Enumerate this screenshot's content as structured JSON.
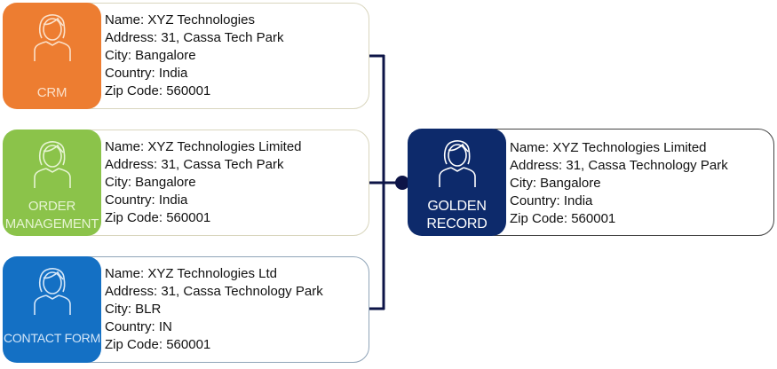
{
  "colors": {
    "crm": "#ED7D31",
    "order": "#8BC34A",
    "contact": "#1470C4",
    "golden": "#0D2A6B",
    "connector": "#0D1447",
    "card_border_sources": "#D9D6BE",
    "card_border_contact": "#8FA4B8",
    "card_border_golden": "#444444"
  },
  "sources": [
    {
      "id": "crm",
      "label": "CRM",
      "icon": "person-icon",
      "fields": {
        "name": "Name: XYZ Technologies",
        "address": "Address: 31, Cassa Tech Park",
        "city": "City: Bangalore",
        "country": "Country: India",
        "zip": "Zip Code: 560001"
      }
    },
    {
      "id": "order-management",
      "label_line1": "ORDER",
      "label_line2": "MANAGEMENT",
      "icon": "person-icon",
      "fields": {
        "name": "Name: XYZ Technologies Limited",
        "address": "Address: 31, Cassa Tech Park",
        "city": "City: Bangalore",
        "country": "Country: India",
        "zip": "Zip Code: 560001"
      }
    },
    {
      "id": "contact-form",
      "label": "CONTACT FORM",
      "icon": "person-icon",
      "fields": {
        "name": "Name: XYZ Technologies Ltd",
        "address": "Address: 31, Cassa Technology Park",
        "city": "City: BLR",
        "country": "Country: IN",
        "zip": "Zip Code: 560001"
      }
    }
  ],
  "golden": {
    "label_line1": "GOLDEN",
    "label_line2": "RECORD",
    "icon": "person-icon",
    "fields": {
      "name": "Name: XYZ Technologies Limited",
      "address": "Address: 31, Cassa Technology Park",
      "city": "City: Bangalore",
      "country": "Country: India",
      "zip": "Zip Code: 560001"
    }
  }
}
